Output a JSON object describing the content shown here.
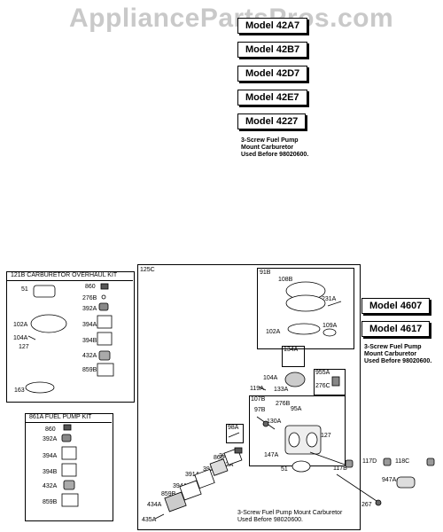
{
  "watermark": "AppliancePartsPros.com",
  "models_top": [
    "Model 42A7",
    "Model 42B7",
    "Model 42D7",
    "Model 42E7",
    "Model 4227"
  ],
  "note_top": [
    "3-Screw Fuel Pump",
    "Mount Carburetor",
    "Used Before 98020600."
  ],
  "models_right": [
    "Model 4607",
    "Model 4617"
  ],
  "note_right": [
    "3-Screw Fuel Pump",
    "Mount Carburetor",
    "Used Before 98020600."
  ],
  "carb_kit": {
    "title": "121B CARBURETOR OVERHAUL KIT",
    "labels": [
      "51",
      "860",
      "276B",
      "392A",
      "102A",
      "104A",
      "127",
      "394A",
      "394B",
      "432A",
      "859B",
      "163"
    ]
  },
  "fuel_kit": {
    "title": "861A FUEL PUMP KIT",
    "labels": [
      "860",
      "392A",
      "394A",
      "394B",
      "432A",
      "859B"
    ]
  },
  "main": {
    "label": "125C",
    "sub_91b": {
      "label": "91B",
      "parts": [
        "108B",
        "231A",
        "102A",
        "109A"
      ]
    },
    "sub_134a": {
      "label": "134A"
    },
    "sub_955a": {
      "label": "955A",
      "parts": [
        "276C"
      ]
    },
    "sub_107b": {
      "label": "107B",
      "parts": [
        "97B",
        "276B",
        "95A",
        "130A",
        "127",
        "147A"
      ]
    },
    "sub_98a": {
      "label": "98A"
    },
    "parts": [
      "104A",
      "119A",
      "133A",
      "860",
      "394B",
      "392A",
      "432A",
      "391A",
      "394A",
      "859B",
      "434A",
      "435A",
      "51",
      "117B",
      "117D",
      "118C",
      "947A",
      "267"
    ],
    "footnote": [
      "3-Screw Fuel Pump Mount Carburetor",
      "Used Before 98020600."
    ]
  }
}
